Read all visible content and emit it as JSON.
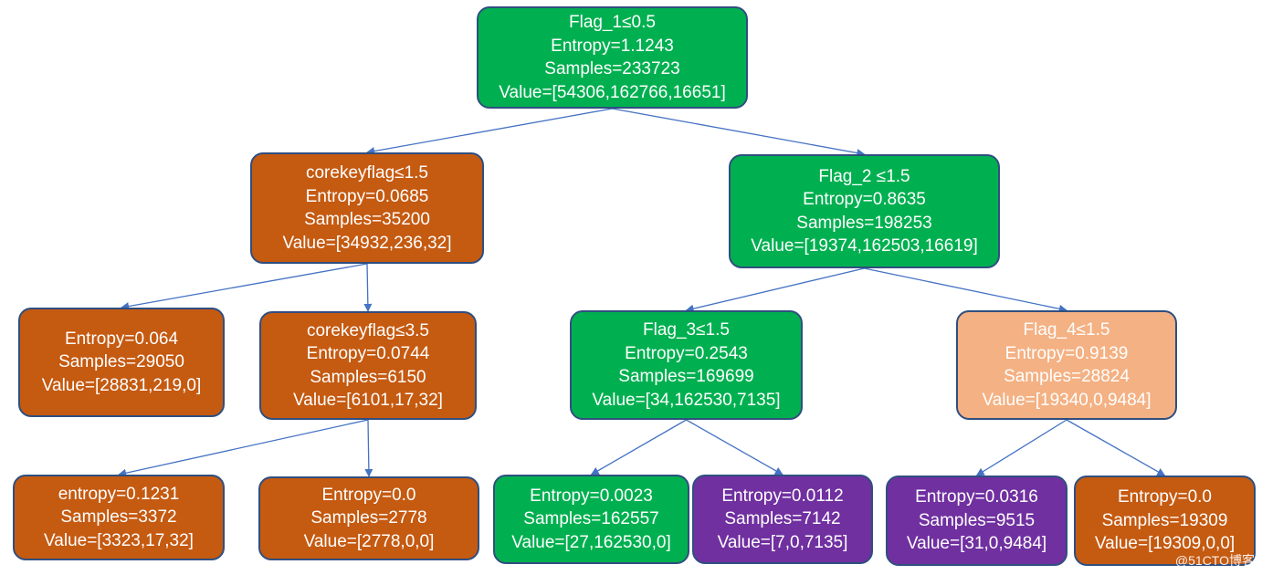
{
  "colors": {
    "green": "#00b050",
    "orange": "#c55a11",
    "peach": "#f4b183",
    "purple": "#7030a0",
    "edge": "#4472c4",
    "border": "#2f4f7f"
  },
  "nodes": [
    {
      "id": "root",
      "color": "green",
      "lines": [
        "Flag_1≤0.5",
        "Entropy=1.1243",
        "Samples=233723",
        "Value=[54306,162766,16651]"
      ]
    },
    {
      "id": "n1",
      "color": "orange",
      "lines": [
        "corekeyflag≤1.5",
        "Entropy=0.0685",
        "Samples=35200",
        "Value=[34932,236,32]"
      ]
    },
    {
      "id": "n2",
      "color": "green",
      "lines": [
        "Flag_2 ≤1.5",
        "Entropy=0.8635",
        "Samples=198253",
        "Value=[19374,162503,16619]"
      ]
    },
    {
      "id": "n3",
      "color": "orange",
      "lines": [
        "Entropy=0.064",
        "Samples=29050",
        "Value=[28831,219,0]"
      ]
    },
    {
      "id": "n4",
      "color": "orange",
      "lines": [
        "corekeyflag≤3.5",
        "Entropy=0.0744",
        "Samples=6150",
        "Value=[6101,17,32]"
      ]
    },
    {
      "id": "n5",
      "color": "green",
      "lines": [
        "Flag_3≤1.5",
        "Entropy=0.2543",
        "Samples=169699",
        "Value=[34,162530,7135]"
      ]
    },
    {
      "id": "n6",
      "color": "peach",
      "lines": [
        "Flag_4≤1.5",
        "Entropy=0.9139",
        "Samples=28824",
        "Value=[19340,0,9484]"
      ]
    },
    {
      "id": "n7",
      "color": "orange",
      "lines": [
        "entropy=0.1231",
        "Samples=3372",
        "Value=[3323,17,32]"
      ]
    },
    {
      "id": "n8",
      "color": "orange",
      "lines": [
        "Entropy=0.0",
        "Samples=2778",
        "Value=[2778,0,0]"
      ]
    },
    {
      "id": "n9",
      "color": "green",
      "lines": [
        "Entropy=0.0023",
        "Samples=162557",
        "Value=[27,162530,0]"
      ]
    },
    {
      "id": "n10",
      "color": "purple",
      "lines": [
        "Entropy=0.0112",
        "Samples=7142",
        "Value=[7,0,7135]"
      ]
    },
    {
      "id": "n11",
      "color": "purple",
      "lines": [
        "Entropy=0.0316",
        "Samples=9515",
        "Value=[31,0,9484]"
      ]
    },
    {
      "id": "n12",
      "color": "orange",
      "lines": [
        "Entropy=0.0",
        "Samples=19309",
        "Value=[19309,0,0]"
      ]
    }
  ],
  "edges": [
    [
      "root",
      "n1"
    ],
    [
      "root",
      "n2"
    ],
    [
      "n1",
      "n3"
    ],
    [
      "n1",
      "n4"
    ],
    [
      "n2",
      "n5"
    ],
    [
      "n2",
      "n6"
    ],
    [
      "n4",
      "n7"
    ],
    [
      "n4",
      "n8"
    ],
    [
      "n5",
      "n9"
    ],
    [
      "n5",
      "n10"
    ],
    [
      "n6",
      "n11"
    ],
    [
      "n6",
      "n12"
    ]
  ],
  "watermark": "@51CTO博客"
}
